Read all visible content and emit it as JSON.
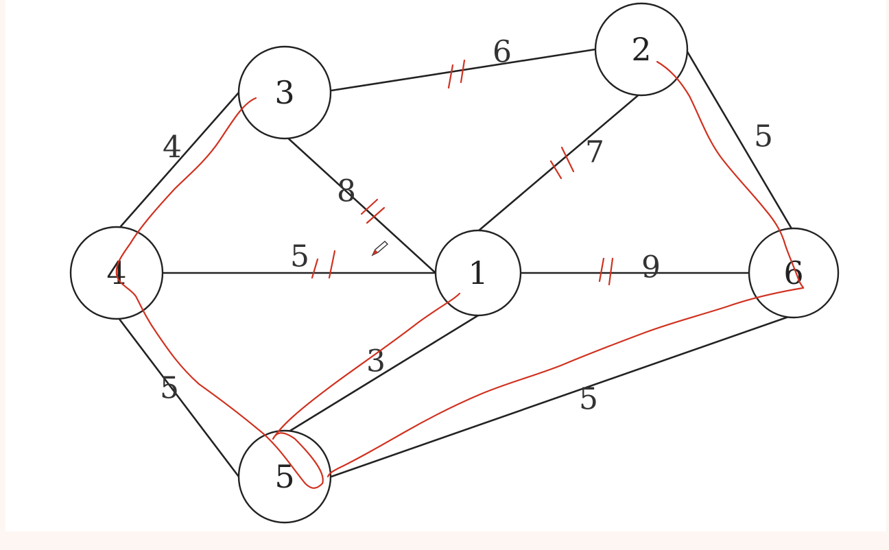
{
  "graph": {
    "nodes": [
      {
        "id": "1",
        "label": "1"
      },
      {
        "id": "2",
        "label": "2"
      },
      {
        "id": "3",
        "label": "3"
      },
      {
        "id": "4",
        "label": "4"
      },
      {
        "id": "5",
        "label": "5"
      },
      {
        "id": "6",
        "label": "6"
      }
    ],
    "edges": [
      {
        "from": "3",
        "to": "2",
        "weight": "6"
      },
      {
        "from": "2",
        "to": "6",
        "weight": "5"
      },
      {
        "from": "2",
        "to": "1",
        "weight": "7"
      },
      {
        "from": "3",
        "to": "4",
        "weight": "4"
      },
      {
        "from": "3",
        "to": "1",
        "weight": "8"
      },
      {
        "from": "4",
        "to": "1",
        "weight": "5"
      },
      {
        "from": "1",
        "to": "6",
        "weight": "9"
      },
      {
        "from": "4",
        "to": "5",
        "weight": "5"
      },
      {
        "from": "1",
        "to": "5",
        "weight": "3"
      },
      {
        "from": "5",
        "to": "6",
        "weight": "5"
      }
    ]
  },
  "annotations": {
    "ink_color": "#d0311f",
    "highlighted_path": [
      "3",
      "4",
      "5",
      "1"
    ],
    "highlighted_path_2": [
      "2",
      "6",
      "5"
    ],
    "crossed_out_edges": [
      "3-2",
      "2-1",
      "3-1",
      "4-1",
      "1-6"
    ],
    "cursor_icon": "pen-cursor-icon"
  }
}
